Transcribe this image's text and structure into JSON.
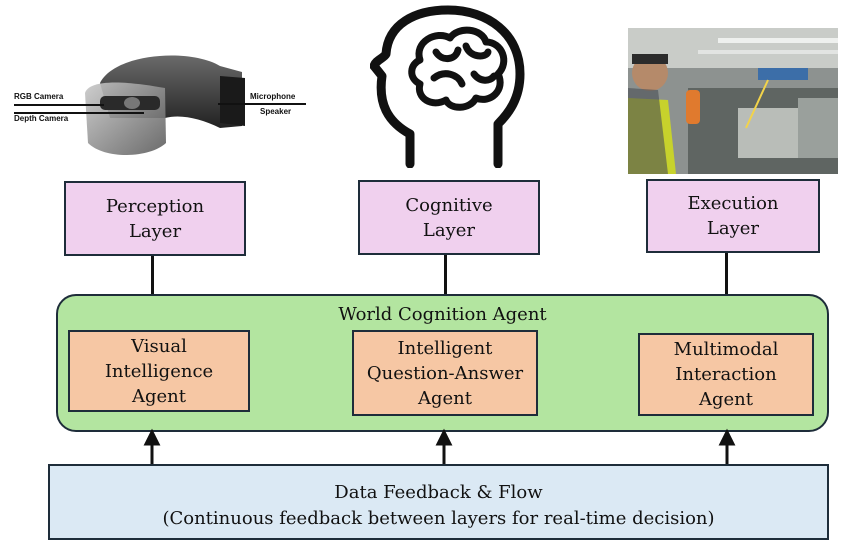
{
  "headset": {
    "labels": {
      "rgb_camera": "RGB Camera",
      "depth_camera": "Depth Camera",
      "microphone": "Microphone",
      "speaker": "Speaker"
    },
    "icon": "mixed-reality-headset-icon"
  },
  "brain_icon": "head-brain-icon",
  "worker_photo": "worker-with-headset-photo",
  "layers": [
    {
      "label": "Perception\nLayer"
    },
    {
      "label": "Cognitive\nLayer"
    },
    {
      "label": "Execution\nLayer"
    }
  ],
  "world_cognition": {
    "title": "World Cognition Agent",
    "agents": [
      {
        "label": "Visual\nIntelligence\nAgent"
      },
      {
        "label": "Intelligent\nQuestion-Answer\nAgent"
      },
      {
        "label": "Multimodal\nInteraction\nAgent"
      }
    ]
  },
  "feedback": {
    "title": "Data Feedback & Flow",
    "subtitle": "(Continuous feedback between layers for real-time decision)"
  },
  "colors": {
    "layer_fill": "#f0d0ee",
    "agent_fill": "#f6c7a4",
    "container_fill": "#b3e5a0",
    "feedback_fill": "#dbe9f4",
    "border": "#1e2d3a"
  }
}
